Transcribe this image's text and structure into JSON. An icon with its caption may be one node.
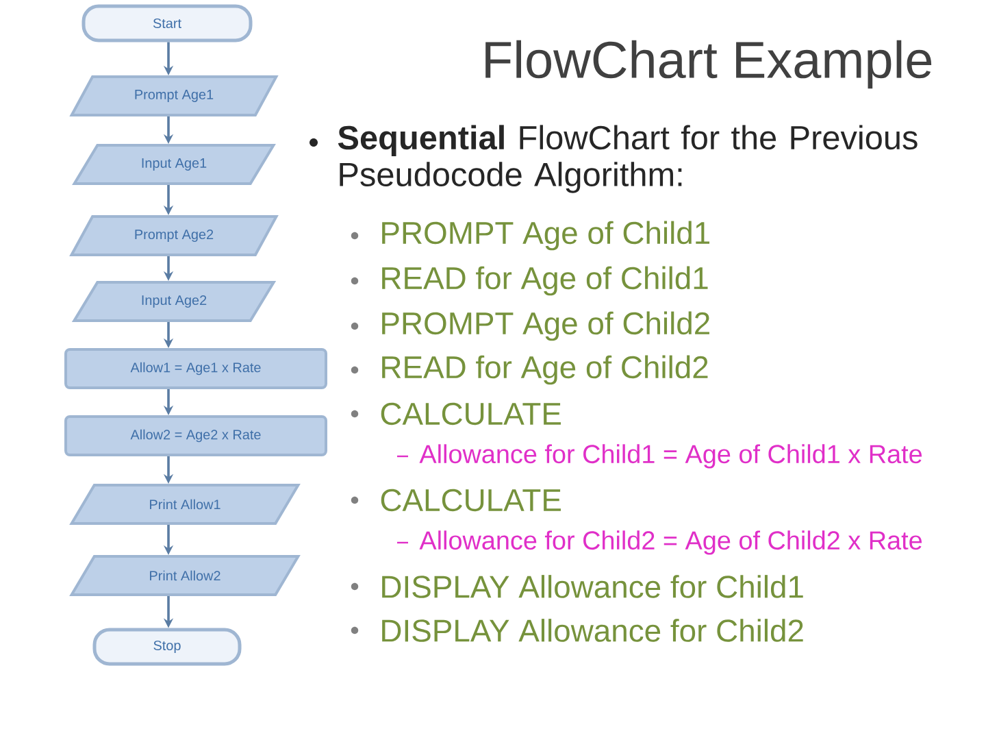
{
  "diagram": {
    "title": "FlowChart Example",
    "nodes": [
      {
        "text": [
          "Start"
        ]
      },
      {
        "text": [
          "Prompt Age1"
        ]
      },
      {
        "text": [
          "Input Age1"
        ]
      },
      {
        "text": [
          "Prompt Age2"
        ]
      },
      {
        "text": [
          "Input Age2"
        ]
      },
      {
        "text": [
          "Allow1 = Age1 x Rate"
        ]
      },
      {
        "text": [
          "Allow2 = Age2 x Rate"
        ]
      },
      {
        "text": [
          "Print Allow1"
        ]
      },
      {
        "text": [
          "Print Allow2"
        ]
      },
      {
        "text": [
          "Stop"
        ]
      }
    ],
    "edges": [
      {
        "from": 0,
        "to": 1,
        "arrow": "to"
      },
      {
        "from": 1,
        "to": 2,
        "arrow": "to"
      },
      {
        "from": 2,
        "to": 3,
        "arrow": "to"
      },
      {
        "from": 3,
        "to": 4,
        "arrow": "to"
      },
      {
        "from": 4,
        "to": 5,
        "arrow": "to"
      },
      {
        "from": 5,
        "to": 6,
        "arrow": "to"
      },
      {
        "from": 6,
        "to": 7,
        "arrow": "to"
      },
      {
        "from": 7,
        "to": 8,
        "arrow": "to"
      },
      {
        "from": 8,
        "to": 9,
        "arrow": "to"
      }
    ],
    "labels": [
      "**Sequential** FlowChart for the Previous Pseudocode Algorithm:",
      "PROMPT Age of Child1",
      "READ for Age of Child1",
      "PROMPT Age of Child2",
      "READ for Age of Child2",
      "CALCULATE",
      "Allowance for Child1 = Age of Child1 x Rate",
      "CALCULATE",
      "Allowance for Child2 = Age of Child2 x Rate",
      "DISPLAY Allowance for Child1",
      "DISPLAY Allowance for Child2"
    ]
  }
}
